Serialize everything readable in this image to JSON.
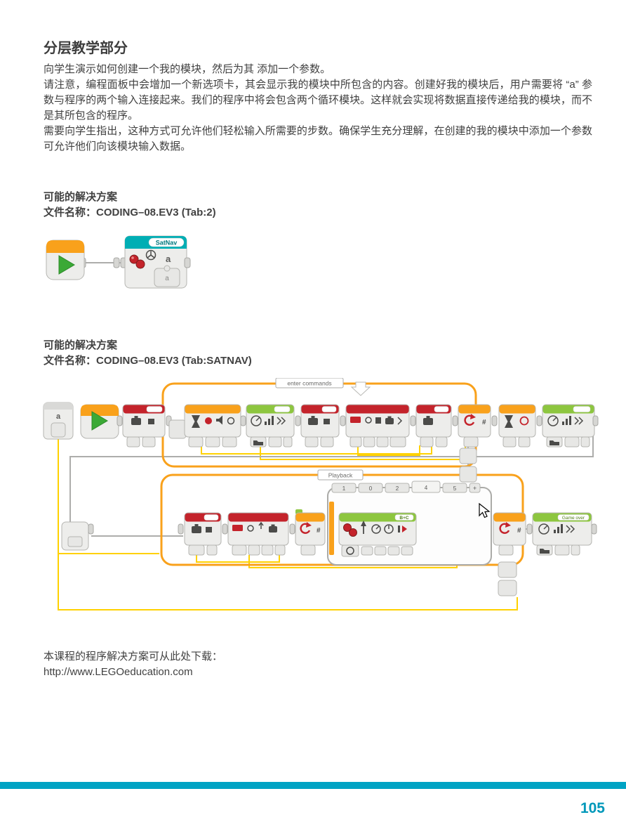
{
  "colors": {
    "footer_bar_teal": "#00A3C4",
    "page_number_teal": "#0098BA",
    "ev3_data_red": "#C4232B",
    "ev3_flow_orange": "#F9A11B",
    "ev3_action_green": "#8DC63F",
    "ev3_myblock_teal": "#00AEB4",
    "wire_yellow": "#FFD100",
    "text_gray": "#414141"
  },
  "header": {
    "title": "分层教学部分"
  },
  "intro": {
    "p1": "向学生演示如何创建一个我的模块，然后为其 添加一个参数。",
    "p2": "请注意，编程面板中会增加一个新选项卡，其会显示我的模块中所包含的内容。创建好我的模块后，用户需要将 “a” 参数与程序的两个输入连接起来。我们的程序中将会包含两个循环模块。这样就会实现将数据直接传递给我的模块，而不是其所包含的程序。",
    "p3": "需要向学生指出，这种方式可允许他们轻松输入所需要的步数。确保学生充分理解，在创建的我的模块中添加一个参数可允许他们向该模块输入数据。"
  },
  "solution1": {
    "heading": "可能的解决方案",
    "file_line": "文件名称：CODING–08.EV3 (Tab:2)",
    "program": {
      "myblock_name": "SatNav",
      "param_top": "a",
      "param_slot": "a"
    }
  },
  "solution2": {
    "heading": "可能的解决方案",
    "file_line": "文件名称：CODING–08.EV3 (Tab:SATNAV)",
    "program": {
      "variable_name": "a",
      "loop1_label": "enter commands",
      "loop2_label": "Playback",
      "switch_cases": [
        "1",
        "0",
        "2",
        "4",
        "5"
      ],
      "switch_add_tab": "+",
      "move_steering_ports": "B+C",
      "final_sound_label": "Game over",
      "hash_symbol": "#"
    }
  },
  "download": {
    "text": "本课程的程序解决方案可从此处下载：",
    "url": "http://www.LEGOeducation.com"
  },
  "footer": {
    "page_number": "105"
  }
}
